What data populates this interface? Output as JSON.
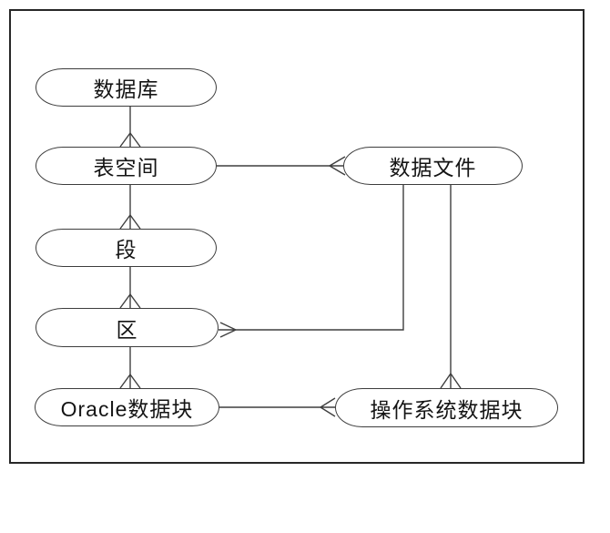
{
  "diagram": {
    "figure_type": "er-diagram-crowfoot",
    "background_color": "#ffffff",
    "stroke_color": "#3f3f3f",
    "frame_color": "#272727",
    "text_color": "#141414",
    "nodes": [
      {
        "id": "database",
        "label": "数据库"
      },
      {
        "id": "tablespace",
        "label": "表空间"
      },
      {
        "id": "segment",
        "label": "段"
      },
      {
        "id": "extent",
        "label": "区"
      },
      {
        "id": "oracle-block",
        "label": "Oracle数据块"
      },
      {
        "id": "datafile",
        "label": "数据文件"
      },
      {
        "id": "os-block",
        "label": "操作系统数据块"
      }
    ],
    "edges": [
      {
        "from": "数据库",
        "to": "表空间",
        "many_end": "表空间"
      },
      {
        "from": "表空间",
        "to": "段",
        "many_end": "段"
      },
      {
        "from": "段",
        "to": "区",
        "many_end": "区"
      },
      {
        "from": "区",
        "to": "Oracle数据块",
        "many_end": "Oracle数据块"
      },
      {
        "from": "表空间",
        "to": "数据文件",
        "many_end": "数据文件"
      },
      {
        "from": "数据文件",
        "to": "区",
        "many_end": "区"
      },
      {
        "from": "数据文件",
        "to": "操作系统数据块",
        "many_end": "操作系统数据块"
      },
      {
        "from": "Oracle数据块",
        "to": "操作系统数据块",
        "many_end": "操作系统数据块"
      }
    ]
  }
}
